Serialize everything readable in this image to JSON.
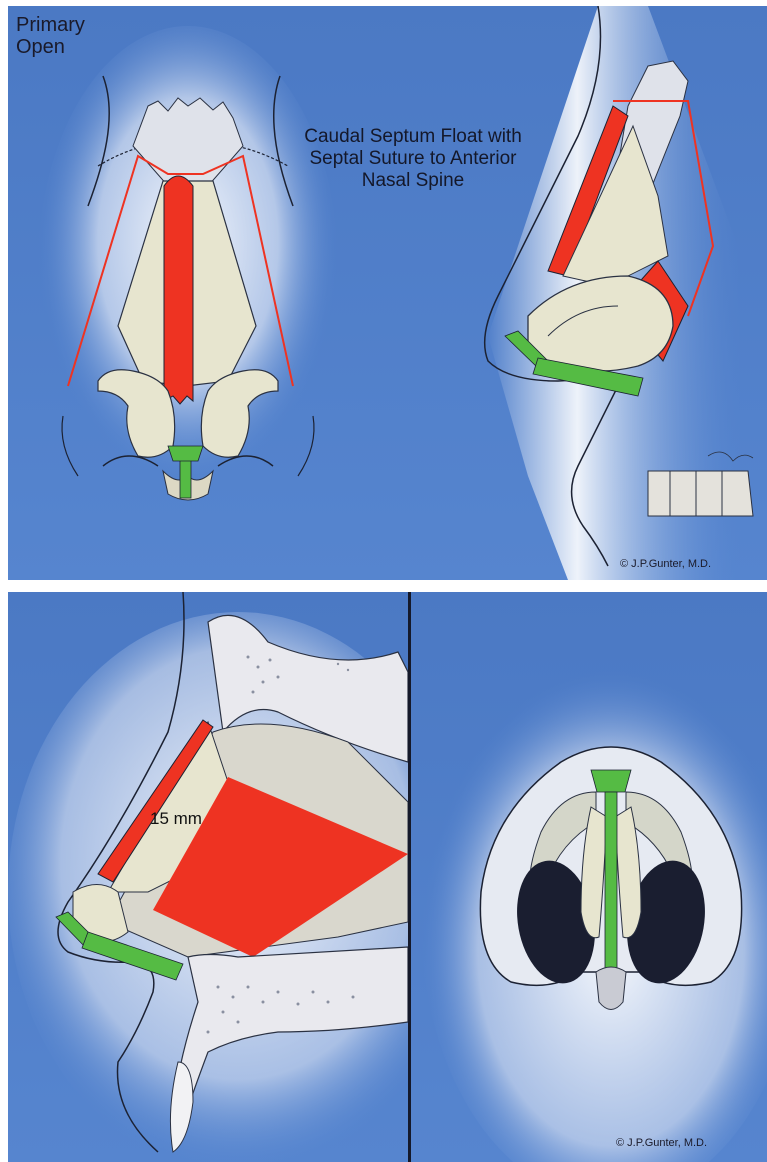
{
  "top_panel": {
    "corner_label": [
      "Primary",
      "Open"
    ],
    "heading": [
      "Caudal Septum Float with",
      "Septal Suture to Anterior",
      "Nasal Spine"
    ],
    "credit": "© J.P.Gunter, M.D."
  },
  "bottom_left_panel": {
    "measurement": "15 mm"
  },
  "bottom_right_panel": {
    "credit": "© J.P.Gunter, M.D."
  },
  "colors": {
    "background_blue": "#4f7fc8",
    "graft_red": "#ee3322",
    "graft_green": "#55bb44",
    "cartilage": "#e7e5cf",
    "outline": "#1c2233"
  }
}
